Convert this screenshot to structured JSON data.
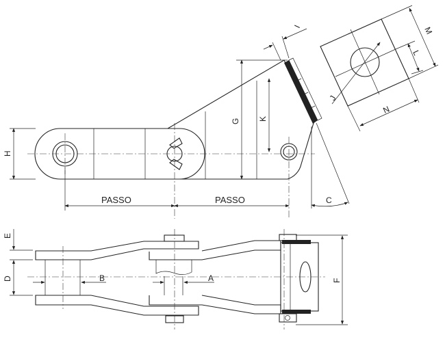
{
  "labels": {
    "I": "I",
    "M": "M",
    "L": "L",
    "J": "J",
    "N": "N",
    "G": "G",
    "K": "K",
    "H": "H",
    "C": "C",
    "passo1": "PASSO",
    "passo2": "PASSO",
    "E": "E",
    "D": "D",
    "B": "B",
    "A": "A",
    "F": "F"
  }
}
